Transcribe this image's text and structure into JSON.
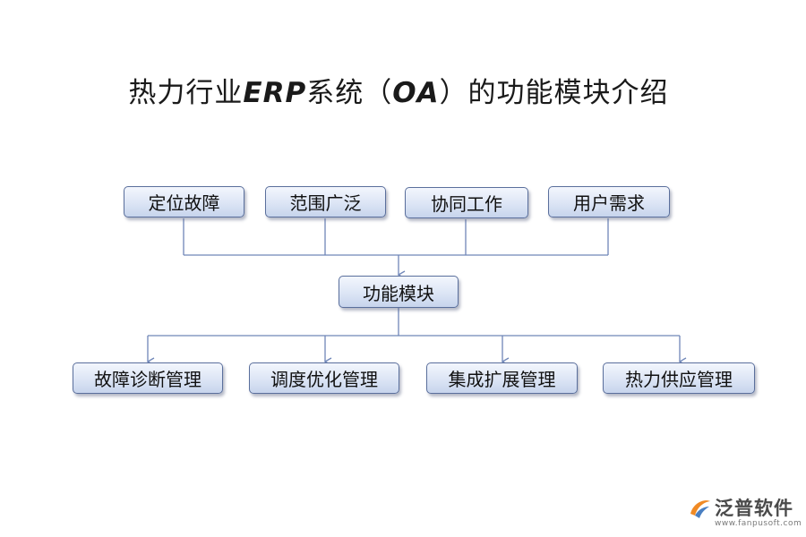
{
  "title": {
    "prefix": "热力行业",
    "latin_1": "ERP",
    "middle": "系统（",
    "latin_2": "OA",
    "suffix": "）的功能模块介绍"
  },
  "diagram": {
    "inputs": [
      "定位故障",
      "范围广泛",
      "协同工作",
      "用户需求"
    ],
    "center": "功能模块",
    "outputs": [
      "故障诊断管理",
      "调度优化管理",
      "集成扩展管理",
      "热力供应管理"
    ]
  },
  "logo": {
    "name": "泛普软件",
    "url": "www.fanpusoft.com"
  },
  "colors": {
    "connector": "#6f86b8",
    "node_border": "#5a6f9c",
    "logo_accent": "#f08a24",
    "logo_secondary": "#4a7fc1"
  }
}
